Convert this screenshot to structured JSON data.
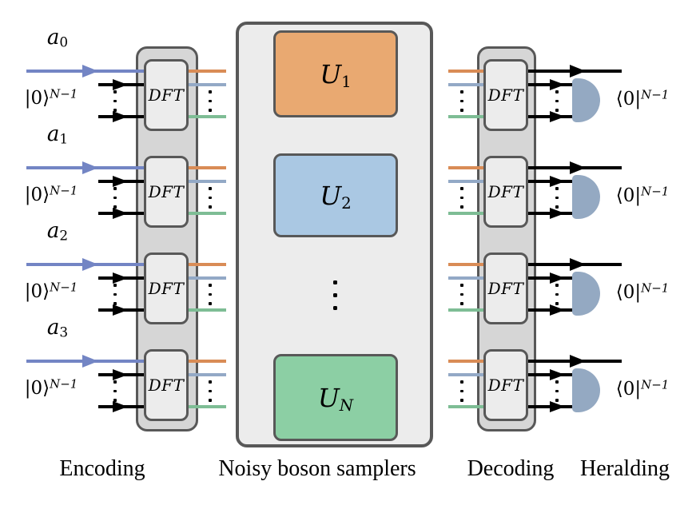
{
  "colors": {
    "border": "#585858",
    "container_fill": "#d6d6d6",
    "box_fill": "#ececec",
    "input_line": "#7385c4",
    "mode1_line": "#d98c56",
    "mode2_line": "#93a9c6",
    "modeN_line": "#7ebd95",
    "u1_fill": "#e9a971",
    "u2_fill": "#aac8e3",
    "uN_fill": "#8ccfa4",
    "detector_fill": "#94a9c2",
    "wire_black": "#000000"
  },
  "encoding": {
    "section_label": "Encoding",
    "dft_label": "DFT",
    "rows": [
      {
        "input_base": "a",
        "input_sub": "0",
        "ancilla": "|0⟩",
        "ancilla_sup": "N−1"
      },
      {
        "input_base": "a",
        "input_sub": "1",
        "ancilla": "|0⟩",
        "ancilla_sup": "N−1"
      },
      {
        "input_base": "a",
        "input_sub": "2",
        "ancilla": "|0⟩",
        "ancilla_sup": "N−1"
      },
      {
        "input_base": "a",
        "input_sub": "3",
        "ancilla": "|0⟩",
        "ancilla_sup": "N−1"
      }
    ]
  },
  "samplers": {
    "section_label": "Noisy boson samplers",
    "units": [
      {
        "base": "U",
        "sub": "1"
      },
      {
        "base": "U",
        "sub": "2"
      },
      {
        "base": "U",
        "sub": "N"
      }
    ]
  },
  "decoding": {
    "section_label": "Decoding",
    "dft_label": "DFT"
  },
  "heralding": {
    "section_label": "Heralding",
    "bra": "⟨0|",
    "bra_sup": "N−1"
  }
}
